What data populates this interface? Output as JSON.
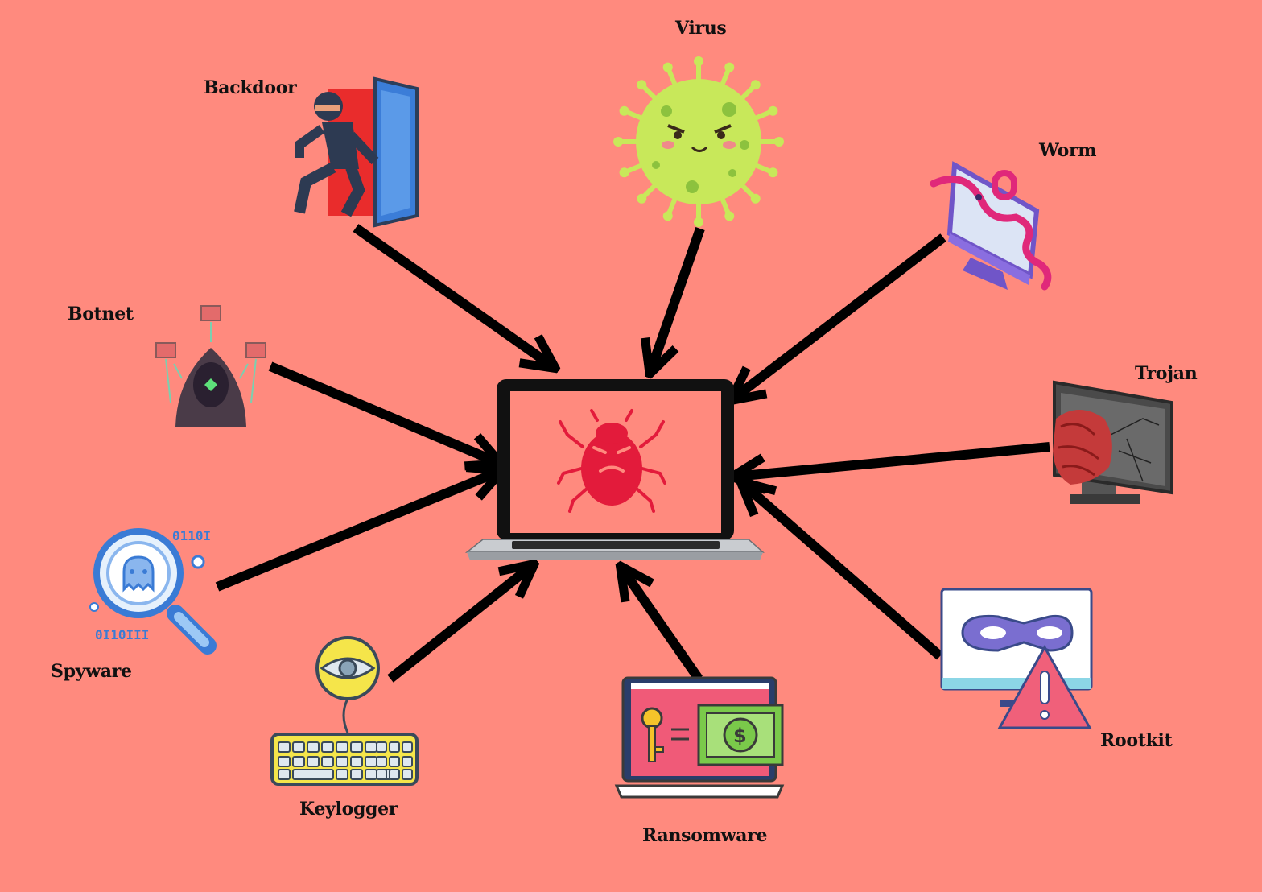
{
  "background_color": "#ff8a7e",
  "center": {
    "name": "infected-laptop",
    "icon": "bug-icon"
  },
  "nodes": [
    {
      "id": "backdoor",
      "label": "Backdoor",
      "icon": "backdoor-icon"
    },
    {
      "id": "virus",
      "label": "Virus",
      "icon": "virus-icon"
    },
    {
      "id": "worm",
      "label": "Worm",
      "icon": "worm-icon"
    },
    {
      "id": "botnet",
      "label": "Botnet",
      "icon": "botnet-icon"
    },
    {
      "id": "trojan",
      "label": "Trojan",
      "icon": "trojan-icon"
    },
    {
      "id": "spyware",
      "label": "Spyware",
      "icon": "spyware-icon"
    },
    {
      "id": "keylogger",
      "label": "Keylogger",
      "icon": "keylogger-icon"
    },
    {
      "id": "ransomware",
      "label": "Ransomware",
      "icon": "ransomware-icon"
    },
    {
      "id": "rootkit",
      "label": "Rootkit",
      "icon": "rootkit-icon"
    }
  ]
}
